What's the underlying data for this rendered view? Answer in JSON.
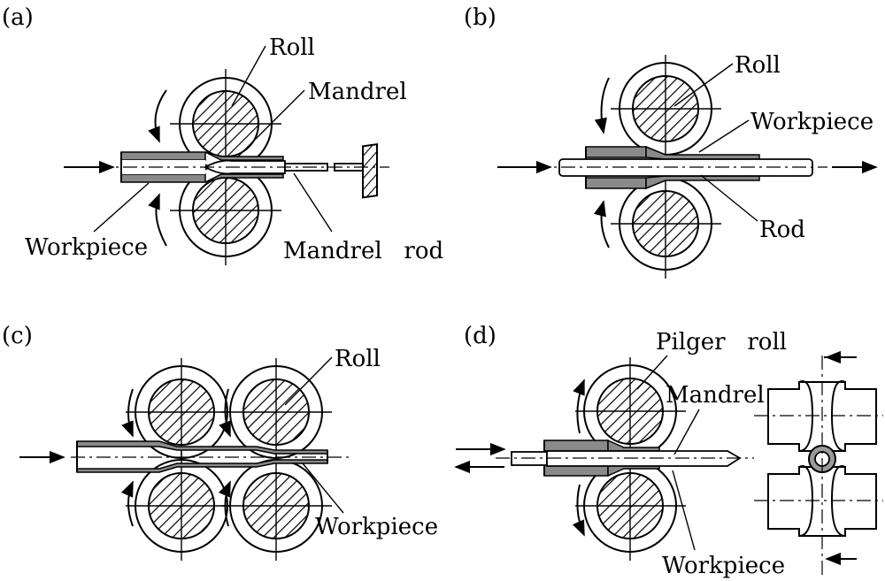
{
  "panels": {
    "a": {
      "label": "(a)",
      "roll": "Roll",
      "mandrel": "Mandrel",
      "workpiece": "Workpiece",
      "mandrel_rod": "Mandrel   rod"
    },
    "b": {
      "label": "(b)",
      "roll": "Roll",
      "workpiece": "Workpiece",
      "rod": "Rod"
    },
    "c": {
      "label": "(c)",
      "roll": "Roll",
      "workpiece": "Workpiece"
    },
    "d": {
      "label": "(d)",
      "pilger_roll": "Pilger   roll",
      "mandrel": "Mandrel",
      "workpiece": "Workpiece"
    }
  }
}
